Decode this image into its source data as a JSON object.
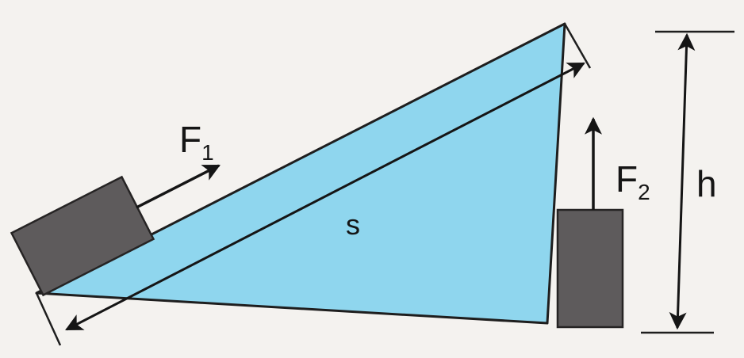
{
  "labels": {
    "f1_main": "F",
    "f1_sub": "1",
    "f2_main": "F",
    "f2_sub": "2",
    "slope": "s",
    "height": "h"
  },
  "colors": {
    "background": "#f4f2ef",
    "wedge_fill": "#8fd6ee",
    "wedge_stroke": "#1e1e1e",
    "block_fill": "#5e5b5c",
    "block_stroke": "#262424",
    "arrow": "#151515"
  }
}
